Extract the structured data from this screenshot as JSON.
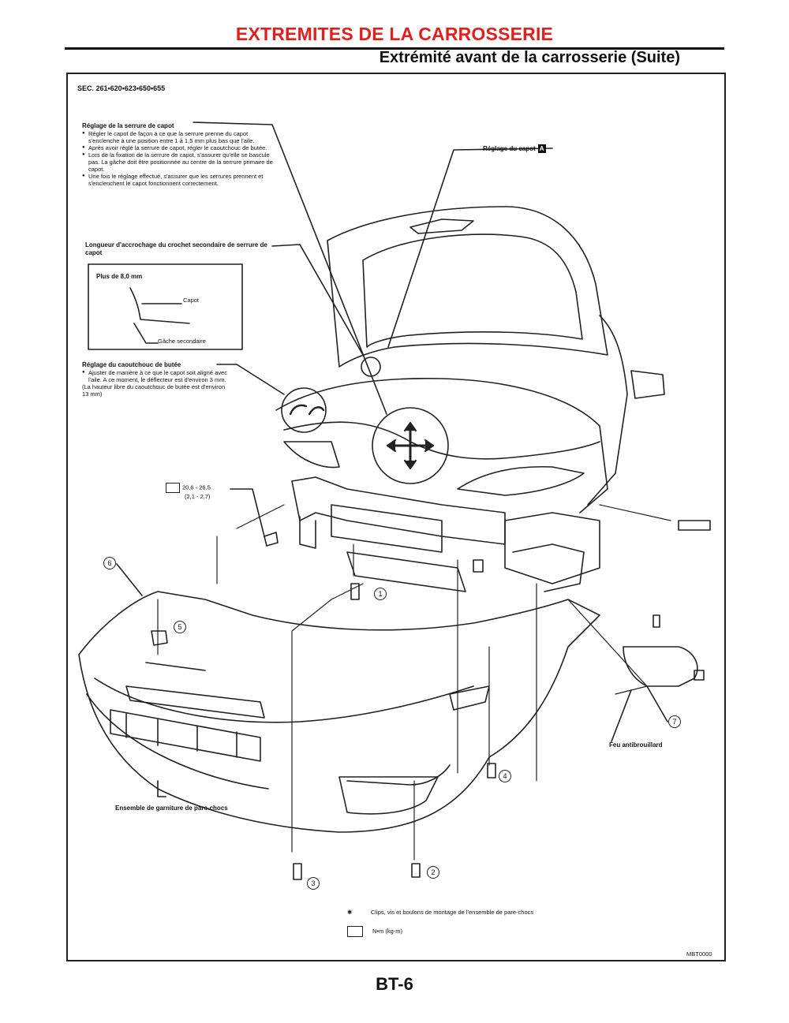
{
  "header": {
    "title": "EXTREMITES DE LA CARROSSERIE",
    "subtitle": "Extrémité avant de la carrosserie (Suite)"
  },
  "diagram": {
    "sec_label": "SEC. 261•620•623•650•655",
    "hood_lock": {
      "title": "Réglage de la serrure de capot",
      "bullets": [
        "Régler le capot de façon à ce que la serrure prenne du capot s'enclenche à une position entre 1 à 1,5 mm plus bas que l'aile.",
        "Après avoir réglé la serrure de capot, régler le caoutchouc de butée.",
        "Lors de la fixation de la serrure de capot, s'assurer qu'elle se bascule pas. La gâche doit être positionnée au centre de la serrure primaire de capot.",
        "Une fois le réglage effectué, s'assurer que les serrures prennent et s'enclenchent le capot fonctionnent correctement."
      ]
    },
    "hook_length": {
      "title": "Longueur d'accrochage du crochet secondaire de serrure de capot",
      "dim": "Plus de 8,0 mm",
      "label_capot": "Capot",
      "label_gache": "Gâche secondaire"
    },
    "bumper_rubber": {
      "title": "Réglage du caoutchouc de butée",
      "text": "Ajuster de manière à ce que le capot soit aligné avec l'aile. A ce moment, le déflecteur est d'environ 3 mm.",
      "note": "(La hauteur libre du caoutchouc de butée est d'environ 13 mm)"
    },
    "hood_adjust": "Réglage du capot",
    "hood_adjust_ref": "A",
    "torque": {
      "value": "20,6 - 26,5",
      "sub": "(2,1 - 2,7)"
    },
    "fog_light": "Feu antibrouillard",
    "bumper_assembly": "Ensemble de garniture de pare-chocs",
    "legend_star": "Clips, vis et boulons de montage de l'ensemble de pare-chocs",
    "legend_torque": "N•m (kg-m)",
    "figure_code": "MBT0000",
    "numbers": [
      "1",
      "2",
      "3",
      "4",
      "5",
      "6",
      "7"
    ]
  },
  "footer": {
    "page": "BT-6"
  }
}
